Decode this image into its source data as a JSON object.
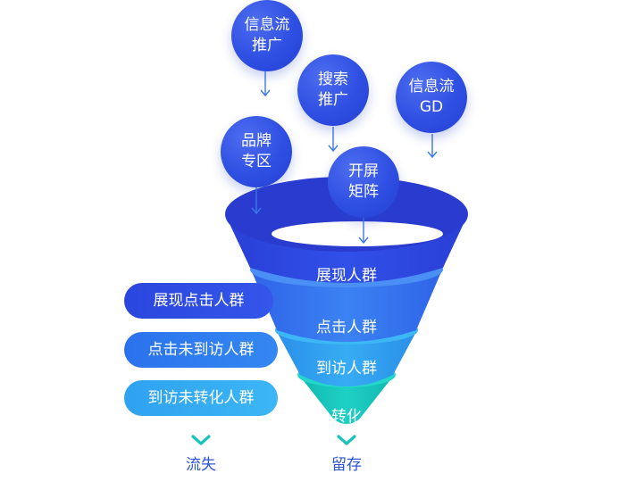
{
  "sources": [
    {
      "line1": "信息流",
      "line2": "推广"
    },
    {
      "line1": "搜索",
      "line2": "推广"
    },
    {
      "line1": "信息流",
      "line2": "GD"
    },
    {
      "line1": "品牌",
      "line2": "专区"
    },
    {
      "line1": "开屏",
      "line2": "矩阵"
    }
  ],
  "funnel": {
    "stages": [
      "展现人群",
      "点击人群",
      "到访人群",
      "转化"
    ]
  },
  "lost_segments": [
    "展现点击人群",
    "点击未到访人群",
    "到访未转化人群"
  ],
  "outcomes": {
    "lost": "流失",
    "retained": "留存"
  },
  "colors": {
    "bubble": "#2f4fe3",
    "stage1": "#2f4fe3",
    "stage2": "#3a7af0",
    "stage3": "#2e9ef2",
    "stage4": "#14c8bd",
    "pill1": "#2f4fe3",
    "pill2": "#2d7bef",
    "pill3": "#33aef2",
    "chevron": "#17c4b8",
    "arrow": "#3c78e6"
  }
}
